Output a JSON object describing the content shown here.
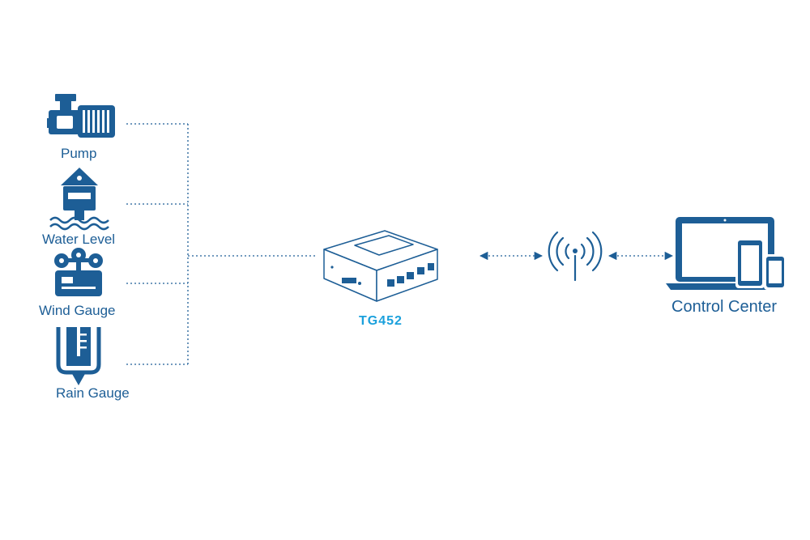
{
  "sensors": {
    "pump": {
      "label": "Pump",
      "icon": "pump-icon"
    },
    "water_level": {
      "label": "Water Level",
      "icon": "water-level-icon"
    },
    "wind_gauge": {
      "label": "Wind Gauge",
      "icon": "wind-gauge-icon"
    },
    "rain_gauge": {
      "label": "Rain Gauge",
      "icon": "rain-gauge-icon"
    }
  },
  "device": {
    "label": "TG452",
    "icon": "gateway-device-icon"
  },
  "network": {
    "icon": "wireless-antenna-icon"
  },
  "control_center": {
    "label": "Control Center",
    "icon": "devices-icon"
  },
  "colors": {
    "primary": "#1d5e96",
    "accent": "#1aa0dc",
    "background": "#ffffff"
  }
}
